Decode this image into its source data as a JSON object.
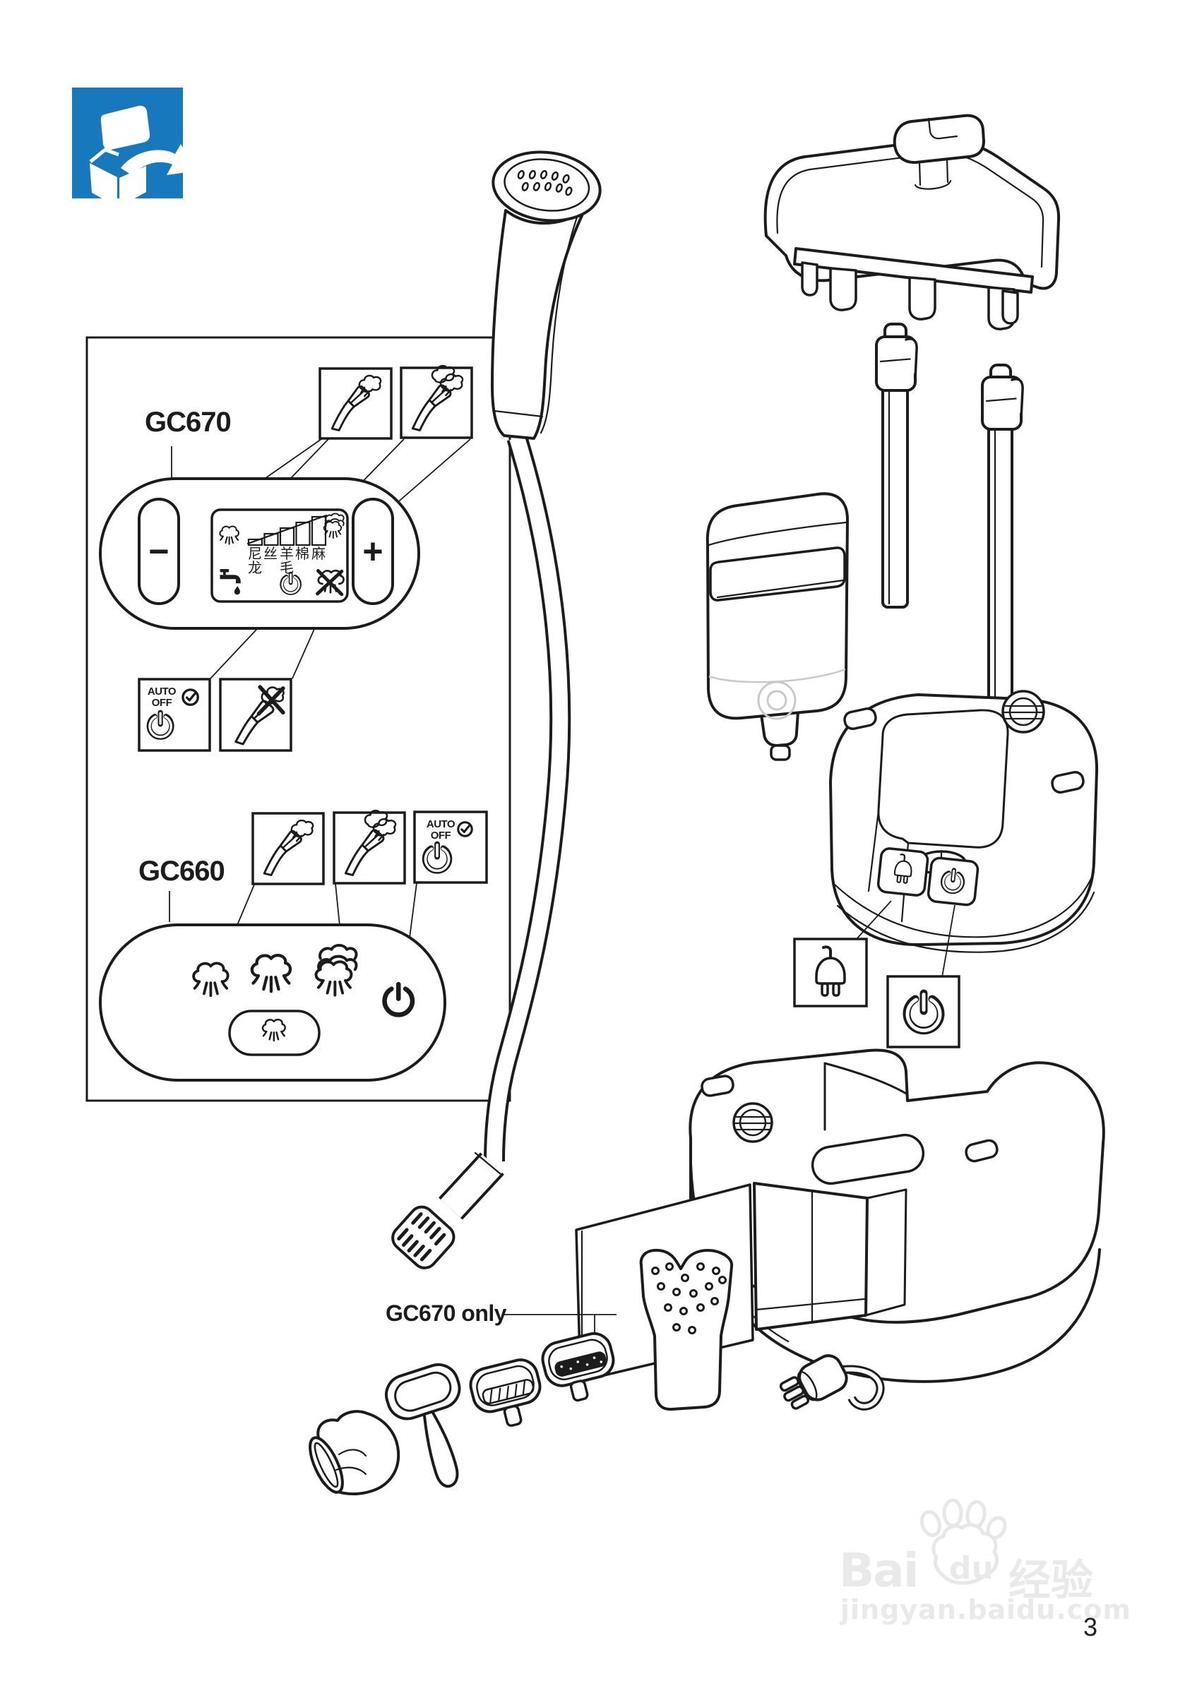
{
  "page": {
    "number": "3",
    "background": "#ffffff",
    "ink_color": "#1c1c1c",
    "accent_blue": "#1878BE",
    "watermark_gray": "#e9e9e9"
  },
  "icons": {
    "top_left": "unpack-box-icon",
    "steam": "steam-cloud-icon",
    "steam_max": "steam-max-icon",
    "nozzle_steam": "steamer-nozzle-steam-icon",
    "power": "power-icon",
    "clock": "clock-check-icon",
    "water_tap": "tap-drip-icon",
    "no_steam": "steam-crossed-icon",
    "plug": "power-plug-icon",
    "paw": "baidu-paw-icon"
  },
  "panel_gc670": {
    "model": "GC670",
    "minus": "−",
    "plus": "+",
    "fabrics": [
      [
        "尼",
        "龙"
      ],
      [
        "丝"
      ],
      [
        "羊",
        "毛"
      ],
      [
        "棉"
      ],
      [
        "麻"
      ]
    ],
    "auto_off": [
      "AUTO",
      "OFF"
    ]
  },
  "panel_gc660": {
    "model": "GC660",
    "auto_off": [
      "AUTO",
      "OFF"
    ]
  },
  "accessory_note": {
    "label": "GC670 only"
  },
  "watermark": {
    "bai": "Bai",
    "du": "du",
    "suffix": "经验",
    "domain": "jingyan.baidu.com"
  }
}
